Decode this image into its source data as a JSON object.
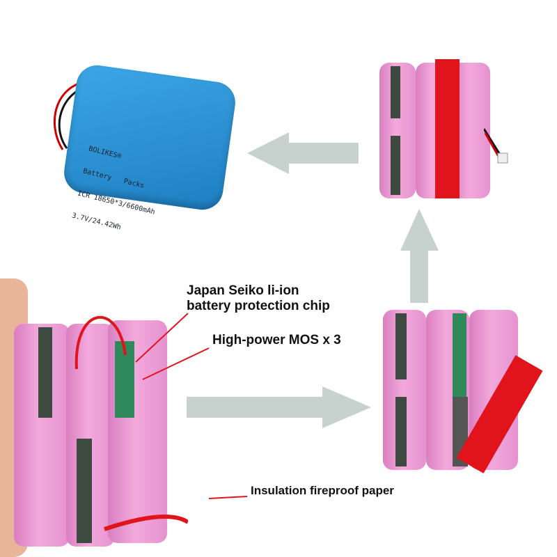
{
  "blue_pack": {
    "brand": "BOLIKES®",
    "line1": "Battery   Packs",
    "line2": "ICR 18650*3/6600mAh",
    "line3": "3.7V/24.42Wh"
  },
  "annotations": {
    "chip_line1": "Japan Seiko li-ion",
    "chip_line2": "battery protection chip",
    "mos": "High-power MOS x 3",
    "paper": "Insulation fireproof paper"
  },
  "colors": {
    "blue": "#2a8fd0",
    "pink": "#f0a2d8",
    "arrow": "#c7d2cf",
    "red": "#e0141a"
  }
}
